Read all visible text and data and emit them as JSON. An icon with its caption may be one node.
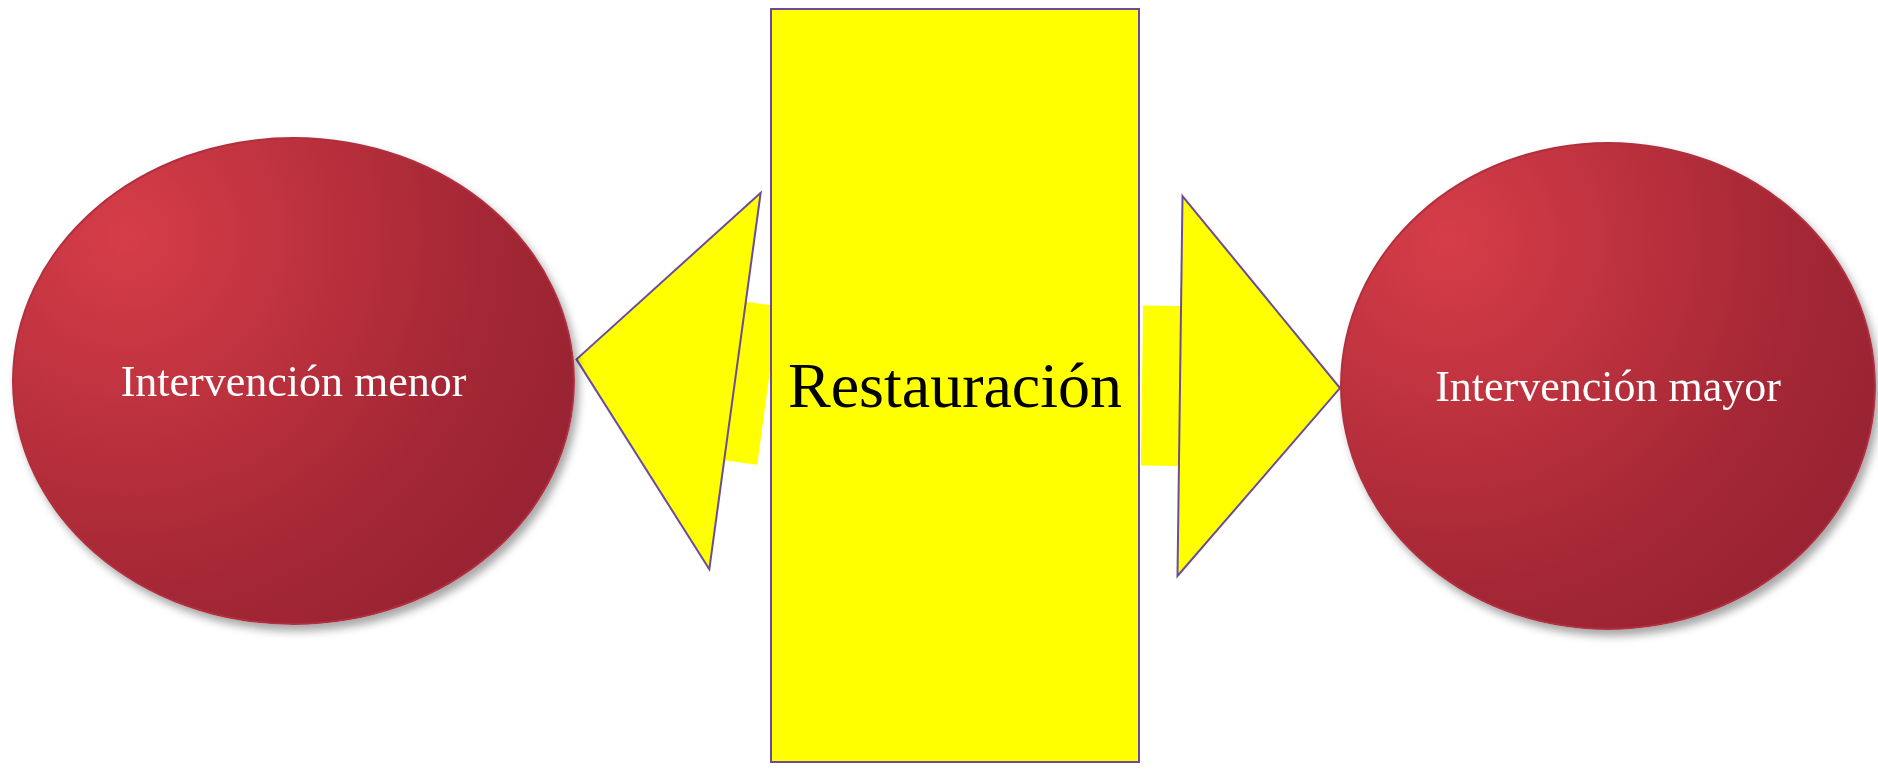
{
  "diagram": {
    "nodes": [
      {
        "text": [
          "Intervención menor"
        ]
      },
      {
        "text": [
          "Restauración"
        ]
      },
      {
        "text": [
          "Intervención mayor"
        ]
      }
    ],
    "edges": [
      {
        "from": 1,
        "to": 0,
        "arrow": "to"
      },
      {
        "from": 1,
        "to": 2,
        "arrow": "to"
      }
    ]
  }
}
